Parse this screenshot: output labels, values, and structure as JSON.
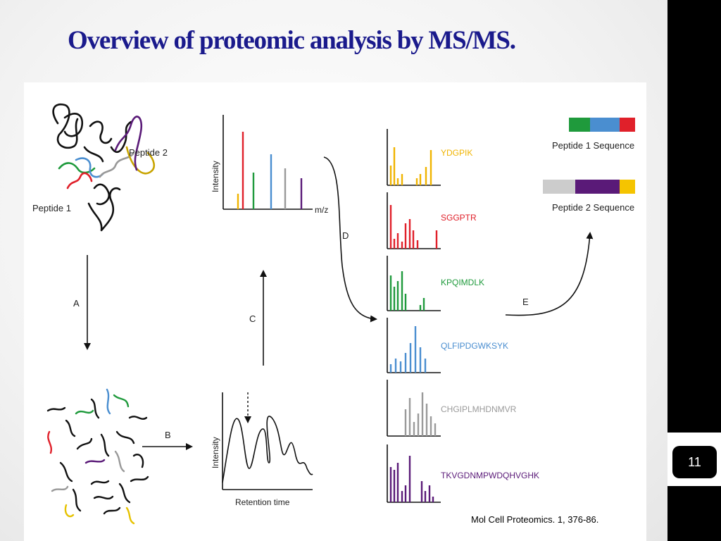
{
  "slide": {
    "title": "Overview of proteomic analysis by MS/MS.",
    "citation": "Mol Cell Proteomics. 1, 376-86.",
    "page_number": "11"
  },
  "diagram": {
    "peptide1_label": "Peptide 1",
    "peptide2_label": "Peptide 2",
    "step_labels": [
      "A",
      "B",
      "C",
      "D",
      "E"
    ],
    "ms_axis_y": "Intensity",
    "ms_axis_x": "m/z",
    "lc_axis_y": "Intensity",
    "lc_axis_x": "Retention time",
    "msms_sequences": [
      {
        "text": "YDGPIK",
        "color": "#f0b400"
      },
      {
        "text": "SGGPTR",
        "color": "#e0202a"
      },
      {
        "text": "KPQIMDLK",
        "color": "#1f9a3c"
      },
      {
        "text": "QLFIPDGWKSYK",
        "color": "#4a8ed0"
      },
      {
        "text": "CHGIPLMHDNMVR",
        "color": "#9a9a9a"
      },
      {
        "text": "TKVGDNMPWDQHVGHK",
        "color": "#5a1a78"
      }
    ],
    "sequence_results": [
      {
        "label": "Peptide 1 Sequence",
        "segments": [
          "#1f9a3c",
          "#4a8ed0",
          "#e0202a"
        ]
      },
      {
        "label": "Peptide 2 Sequence",
        "segments": [
          "#cccccc",
          "#5a1a78",
          "#f5c400"
        ]
      }
    ]
  }
}
